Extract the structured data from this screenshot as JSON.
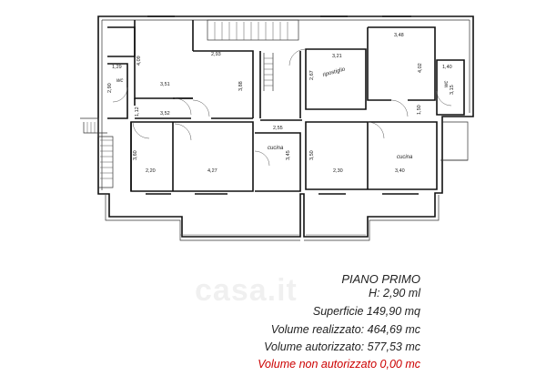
{
  "plan": {
    "dimensions": [
      "4,09",
      "3,51",
      "2,93",
      "3,88",
      "1,29",
      "2,90",
      "wc",
      "3,52",
      "1,12",
      "3,21",
      "3,48",
      "4,02",
      "2,67",
      "1,40",
      "3,15",
      "1,50",
      "2,55",
      "3,60",
      "4,27",
      "2,20",
      "3,45",
      "3,50",
      "2,30",
      "3,40"
    ],
    "rooms": {
      "ripostiglio": "ripostiglio",
      "cucina_left": "cucina",
      "cucina_right": "cucina",
      "wc_left": "wc",
      "wc_right": "wc"
    }
  },
  "info": {
    "title": "PIANO PRIMO",
    "height": "H: 2,90 ml",
    "superficie": "Superficie 149,90 mq",
    "vol_realizzato": "Volume realizzato: 464,69 mc",
    "vol_autorizzato": "Volume autorizzato: 577,53 mc",
    "vol_non_autorizzato": "Volume non autorizzato 0,00 mc"
  },
  "colors": {
    "line": "#111111",
    "red": "#cc0000"
  },
  "watermark": "casa.it"
}
